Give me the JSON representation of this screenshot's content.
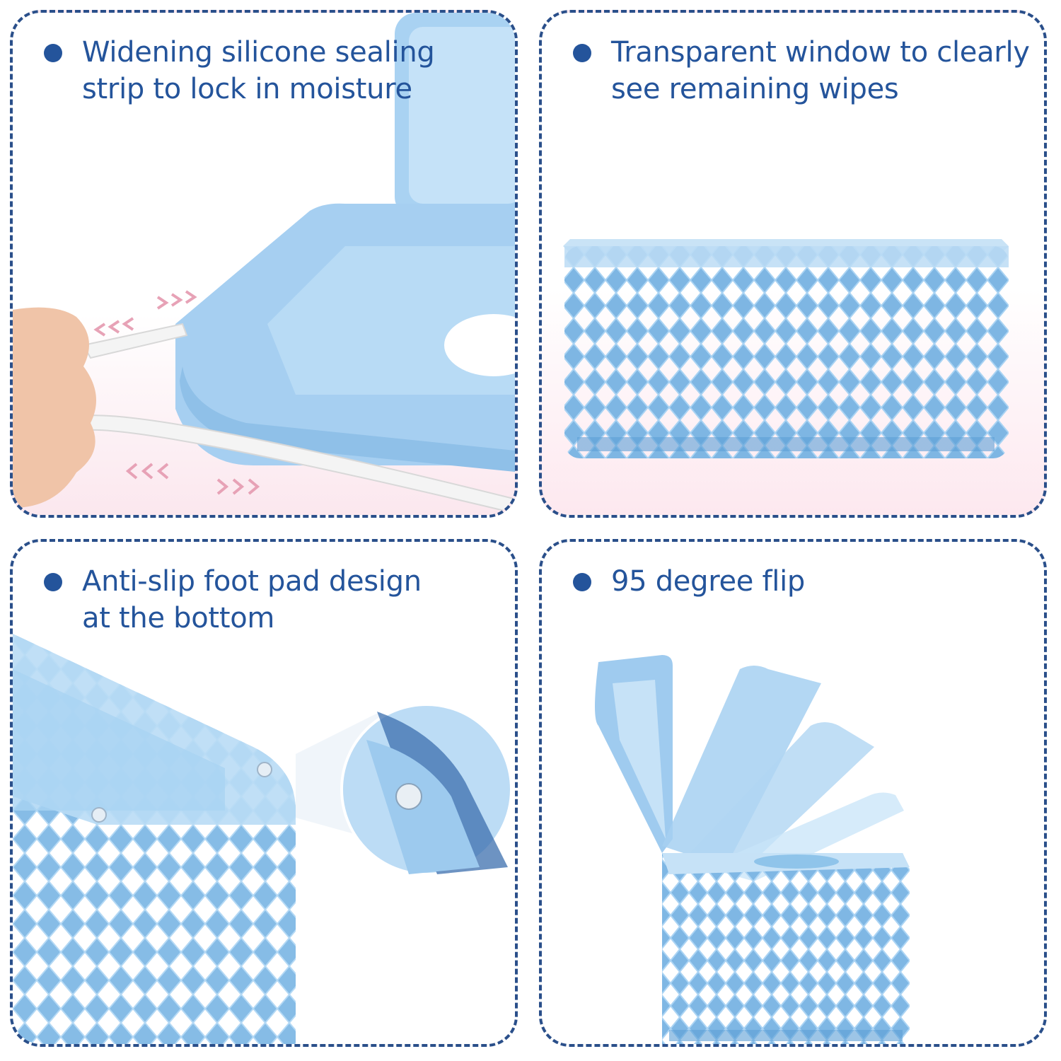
{
  "features": [
    {
      "id": "sealing-strip",
      "bullet_icon": "bullet-dot-icon",
      "lines": [
        "Widening silicone sealing",
        "strip to lock in moisture"
      ]
    },
    {
      "id": "transparent-window",
      "bullet_icon": "bullet-dot-icon",
      "lines": [
        "Transparent window to clearly",
        "see remaining wipes"
      ]
    },
    {
      "id": "anti-slip-pad",
      "bullet_icon": "bullet-dot-icon",
      "lines": [
        "Anti-slip foot pad design",
        "at the bottom"
      ]
    },
    {
      "id": "flip-lid",
      "bullet_icon": "bullet-dot-icon",
      "lines": [
        "95 degree flip"
      ]
    }
  ],
  "colors": {
    "accent": "#24549b",
    "border": "#2a4f8a",
    "product_blue": "#8fc4ea",
    "arrow_pink": "#e7a2b6"
  }
}
